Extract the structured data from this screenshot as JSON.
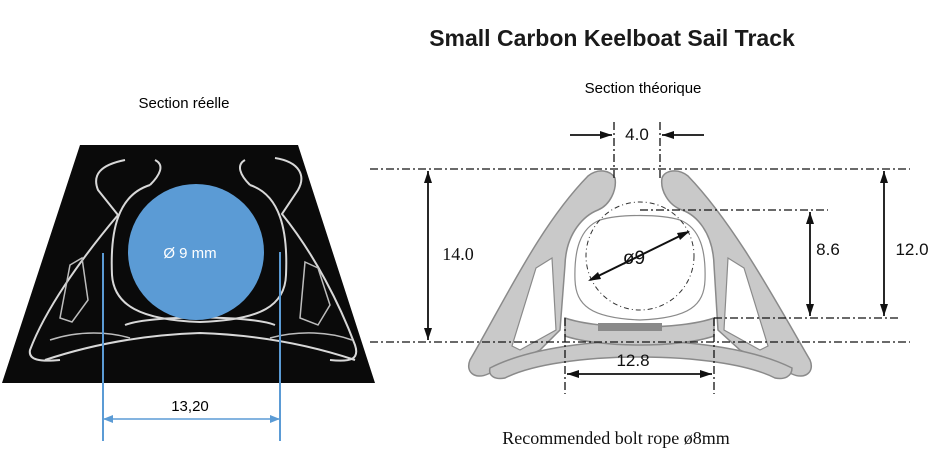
{
  "title": "Small Carbon Keelboat Sail Track",
  "left_panel": {
    "caption": "Section réelle",
    "diameter_label": "Ø 9 mm",
    "width_label": "13,20"
  },
  "right_panel": {
    "caption": "Section théorique",
    "slot_width": "4.0",
    "total_height": "14.0",
    "inner_height": "8.6",
    "upper_height": "12.0",
    "bore_diameter": "ø9",
    "base_width": "12.8",
    "footnote": "Recommended bolt rope ø8mm"
  },
  "colors": {
    "photo_bg": "#0a0a0a",
    "rope_circle": "#5b9bd5",
    "measure_line": "#5b9bd5",
    "profile_fill": "#c9c9c9",
    "profile_stroke": "#8a8a8a",
    "dim_line": "#111111"
  }
}
